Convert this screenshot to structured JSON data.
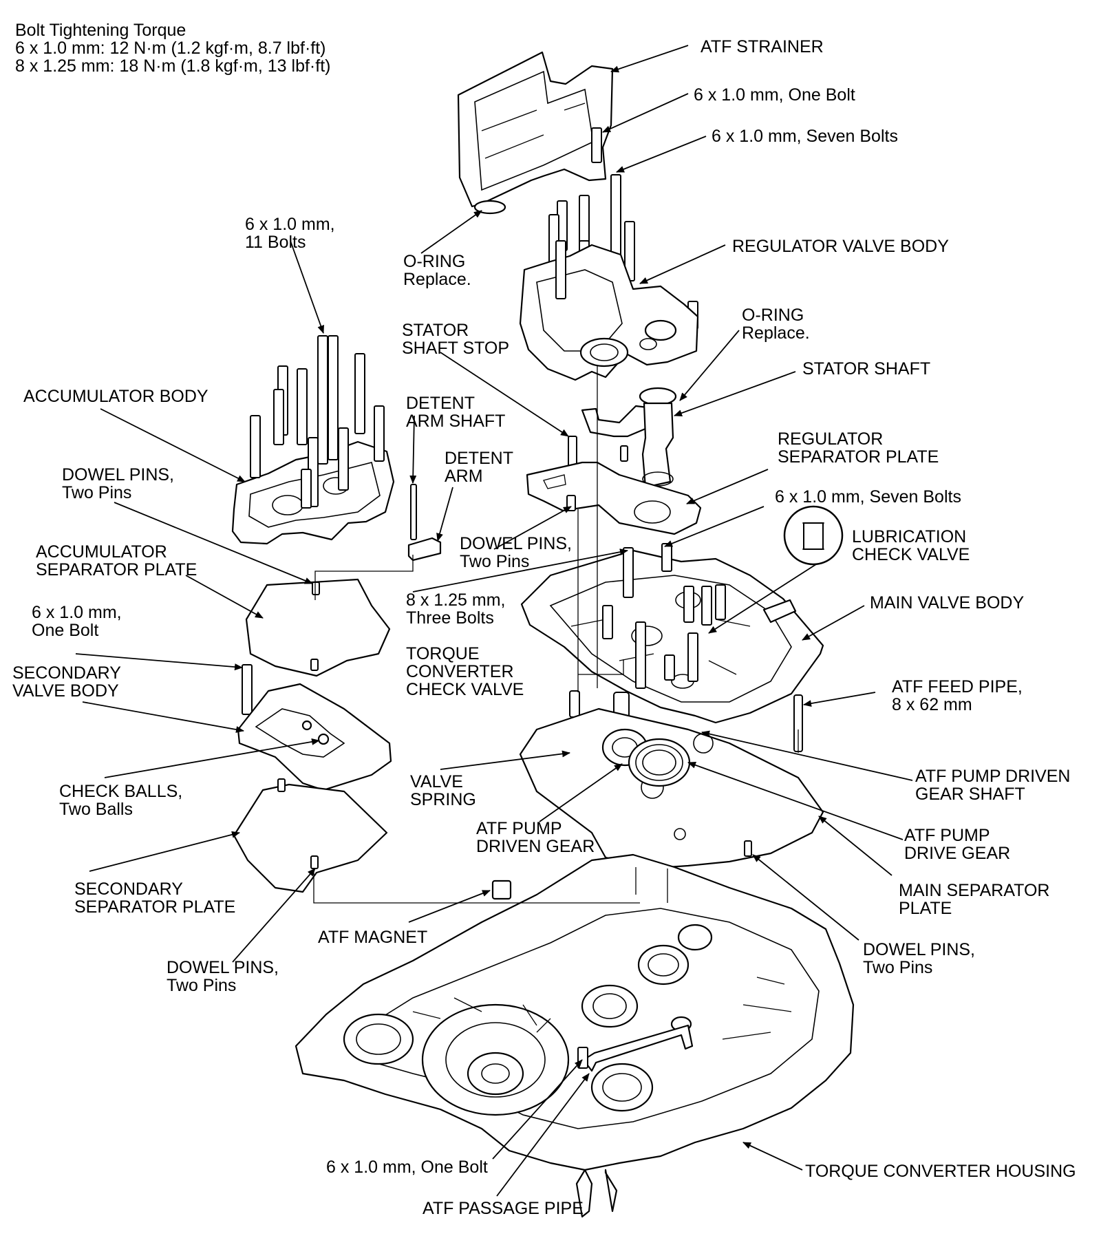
{
  "torque_spec": {
    "heading": "Bolt Tightening Torque",
    "line1": "6 x 1.0 mm: 12 N·m (1.2 kgf·m, 8.7 lbf·ft)",
    "line2": "8 x 1.25 mm: 18 N·m (1.8 kgf·m, 13 lbf·ft)"
  },
  "labels": {
    "atf_strainer": "ATF STRAINER",
    "bolt_one_top": "6 x 1.0 mm, One Bolt",
    "bolt_seven_top": "6 x 1.0 mm, Seven Bolts",
    "bolts_11_l1": "6 x 1.0 mm,",
    "bolts_11_l2": "11 Bolts",
    "oring_left_l1": "O-RING",
    "oring_left_l2": "Replace.",
    "regulator_valve_body": "REGULATOR VALVE BODY",
    "stator_stop_l1": "STATOR",
    "stator_stop_l2": "SHAFT STOP",
    "oring_right_l1": "O-RING",
    "oring_right_l2": "Replace.",
    "stator_shaft": "STATOR SHAFT",
    "accumulator_body": "ACCUMULATOR BODY",
    "detent_shaft_l1": "DETENT",
    "detent_shaft_l2": "ARM SHAFT",
    "detent_arm_l1": "DETENT",
    "detent_arm_l2": "ARM",
    "reg_sep_l1": "REGULATOR",
    "reg_sep_l2": "SEPARATOR PLATE",
    "dowel_tl_l1": "DOWEL PINS,",
    "dowel_tl_l2": "Two Pins",
    "bolt_seven_mid": "6 x 1.0 mm, Seven Bolts",
    "lube_l1": "LUBRICATION",
    "lube_l2": "CHECK VALVE",
    "accum_sep_l1": "ACCUMULATOR",
    "accum_sep_l2": "SEPARATOR PLATE",
    "dowel_mid_l1": "DOWEL PINS,",
    "dowel_mid_l2": "Two Pins",
    "bolt_one_left_l1": "6 x 1.0 mm,",
    "bolt_one_left_l2": "One Bolt",
    "three_bolts_l1": "8 x 1.25 mm,",
    "three_bolts_l2": "Three Bolts",
    "main_valve_body": "MAIN VALVE BODY",
    "sec_valve_l1": "SECONDARY",
    "sec_valve_l2": "VALVE BODY",
    "tc_check_l1": "TORQUE",
    "tc_check_l2": "CONVERTER",
    "tc_check_l3": "CHECK VALVE",
    "feed_pipe_l1": "ATF FEED PIPE,",
    "feed_pipe_l2": "8 x 62 mm",
    "check_balls_l1": "CHECK BALLS,",
    "check_balls_l2": "Two Balls",
    "valve_spring_l1": "VALVE",
    "valve_spring_l2": "SPRING",
    "pump_shaft_l1": "ATF PUMP DRIVEN",
    "pump_shaft_l2": "GEAR SHAFT",
    "pump_driven_l1": "ATF PUMP",
    "pump_driven_l2": "DRIVEN GEAR",
    "pump_drive_l1": "ATF PUMP",
    "pump_drive_l2": "DRIVE GEAR",
    "sec_sep_l1": "SECONDARY",
    "sec_sep_l2": "SEPARATOR PLATE",
    "main_sep_l1": "MAIN SEPARATOR",
    "main_sep_l2": "PLATE",
    "atf_magnet": "ATF MAGNET",
    "dowel_bl_l1": "DOWEL PINS,",
    "dowel_bl_l2": "Two Pins",
    "dowel_br_l1": "DOWEL PINS,",
    "dowel_br_l2": "Two Pins",
    "bolt_one_bottom": "6 x 1.0 mm, One Bolt",
    "tc_housing": "TORQUE CONVERTER HOUSING",
    "atf_passage_pipe": "ATF PASSAGE PIPE"
  }
}
